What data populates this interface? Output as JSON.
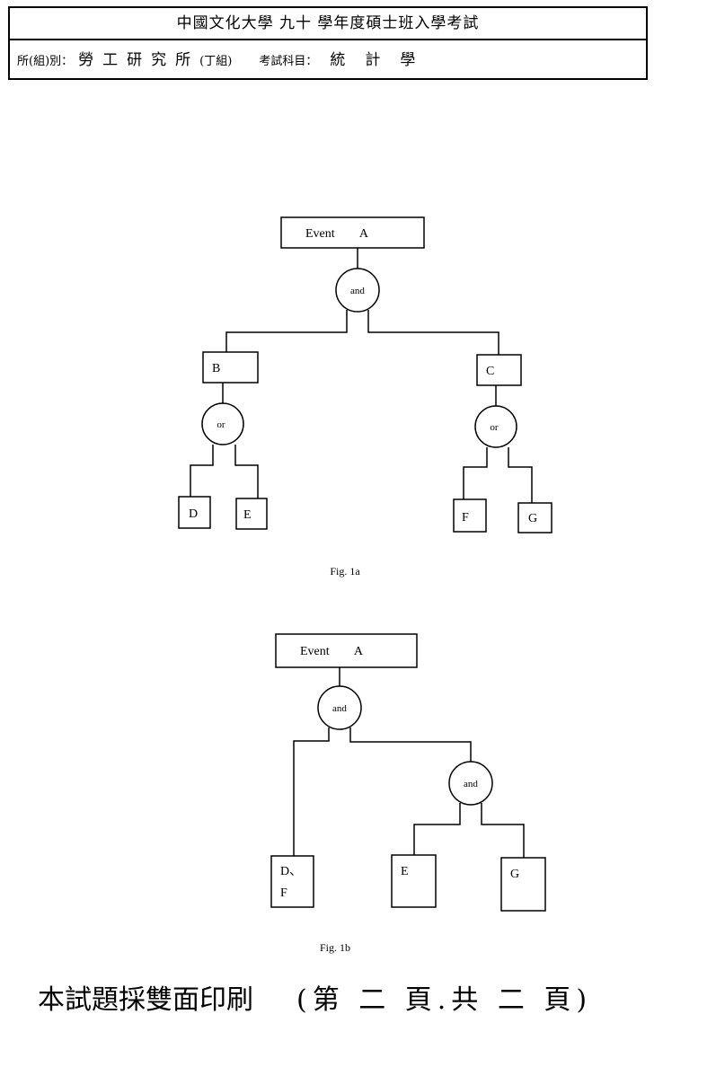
{
  "header": {
    "title": "中國文化大學 九十 學年度碩士班入學考試",
    "dept_label": "所(組)別：",
    "dept_value": "勞工研究所",
    "group": "(丁組)",
    "subject_label": "考試科目：",
    "subject_value": "統計學"
  },
  "fig1a": {
    "top": "Event        A",
    "gate_top": "and",
    "b": "B",
    "c": "C",
    "gate_b": "or",
    "gate_c": "or",
    "d": "D",
    "e": "E",
    "f": "F",
    "g": "G",
    "caption": "Fig. 1a"
  },
  "fig1b": {
    "top": "Event        A",
    "gate_top": "and",
    "gate_right": "and",
    "df_line1": "D、",
    "df_line2": "F",
    "e": "E",
    "g": "G",
    "caption": "Fig. 1b"
  },
  "footer": {
    "note": "本試題採雙面印刷",
    "page": "(第 二 頁.共 二 頁)"
  }
}
